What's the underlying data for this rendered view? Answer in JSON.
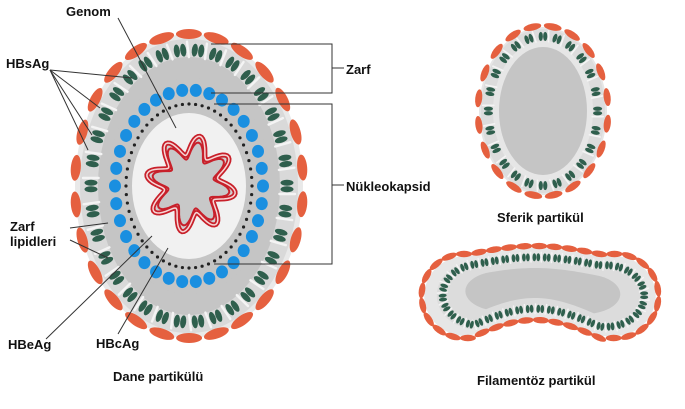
{
  "labels": {
    "genom": "Genom",
    "hbsag": "HBsAg",
    "zarf": "Zarf",
    "nukleokapsid": "Nükleokapsid",
    "zarf_lipidleri": "Zarf\nlipidleri",
    "hbeag": "HBeAg",
    "hbcag": "HBcAg",
    "dane": "Dane partikülü",
    "sferik": "Sferik partikül",
    "filamentoz": "Filamentöz partikül"
  },
  "colors": {
    "hbsag_spike": "#e5603f",
    "membrane_protein": "#2f5f4d",
    "lipid_white": "#ffffff",
    "lumen_gray": "#c5c5c5",
    "core_protein": "#1a8fe0",
    "genome_red": "#c8202a",
    "hbeag_dots": "#222222"
  }
}
